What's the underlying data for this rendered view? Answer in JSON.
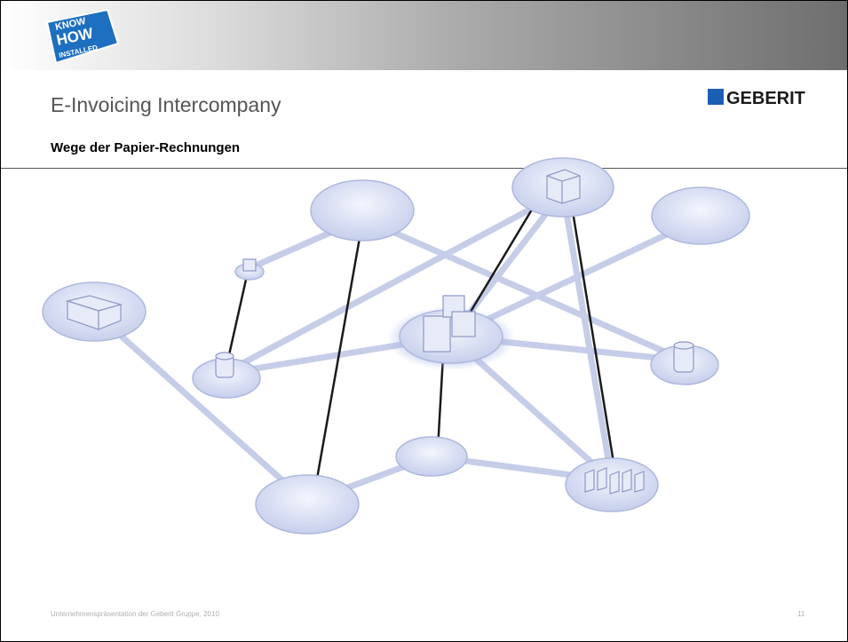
{
  "header": {
    "badge_lines": [
      "KNOW",
      "HOW",
      "INSTALLED"
    ],
    "title": "E-Invoicing Intercompany",
    "subtitle": "Wege der Papier-Rechnungen",
    "logo_text": "GEBERIT",
    "logo_color": "#1a5fb4"
  },
  "footer": {
    "text": "Unternehmenspräsentation der Geberit Gruppe, 2010",
    "page_number": "11"
  },
  "diagram": {
    "node_color": "#dde3f4",
    "link_color": "#c5cde8",
    "dark_link_color": "#1a1a1a",
    "nodes": [
      {
        "id": "top-left-oval",
        "icon": ""
      },
      {
        "id": "top-center-building",
        "icon": "building-icon"
      },
      {
        "id": "top-right-oval",
        "icon": ""
      },
      {
        "id": "small-building-left",
        "icon": "small-building-icon"
      },
      {
        "id": "left-warehouse",
        "icon": "warehouse-icon"
      },
      {
        "id": "left-tower",
        "icon": "tower-icon"
      },
      {
        "id": "center-hub",
        "icon": "hub-building-icon"
      },
      {
        "id": "right-tower",
        "icon": "silo-icon"
      },
      {
        "id": "bottom-center-oval",
        "icon": ""
      },
      {
        "id": "bottom-left-oval",
        "icon": ""
      },
      {
        "id": "bottom-right-factory",
        "icon": "factory-icon"
      }
    ]
  }
}
